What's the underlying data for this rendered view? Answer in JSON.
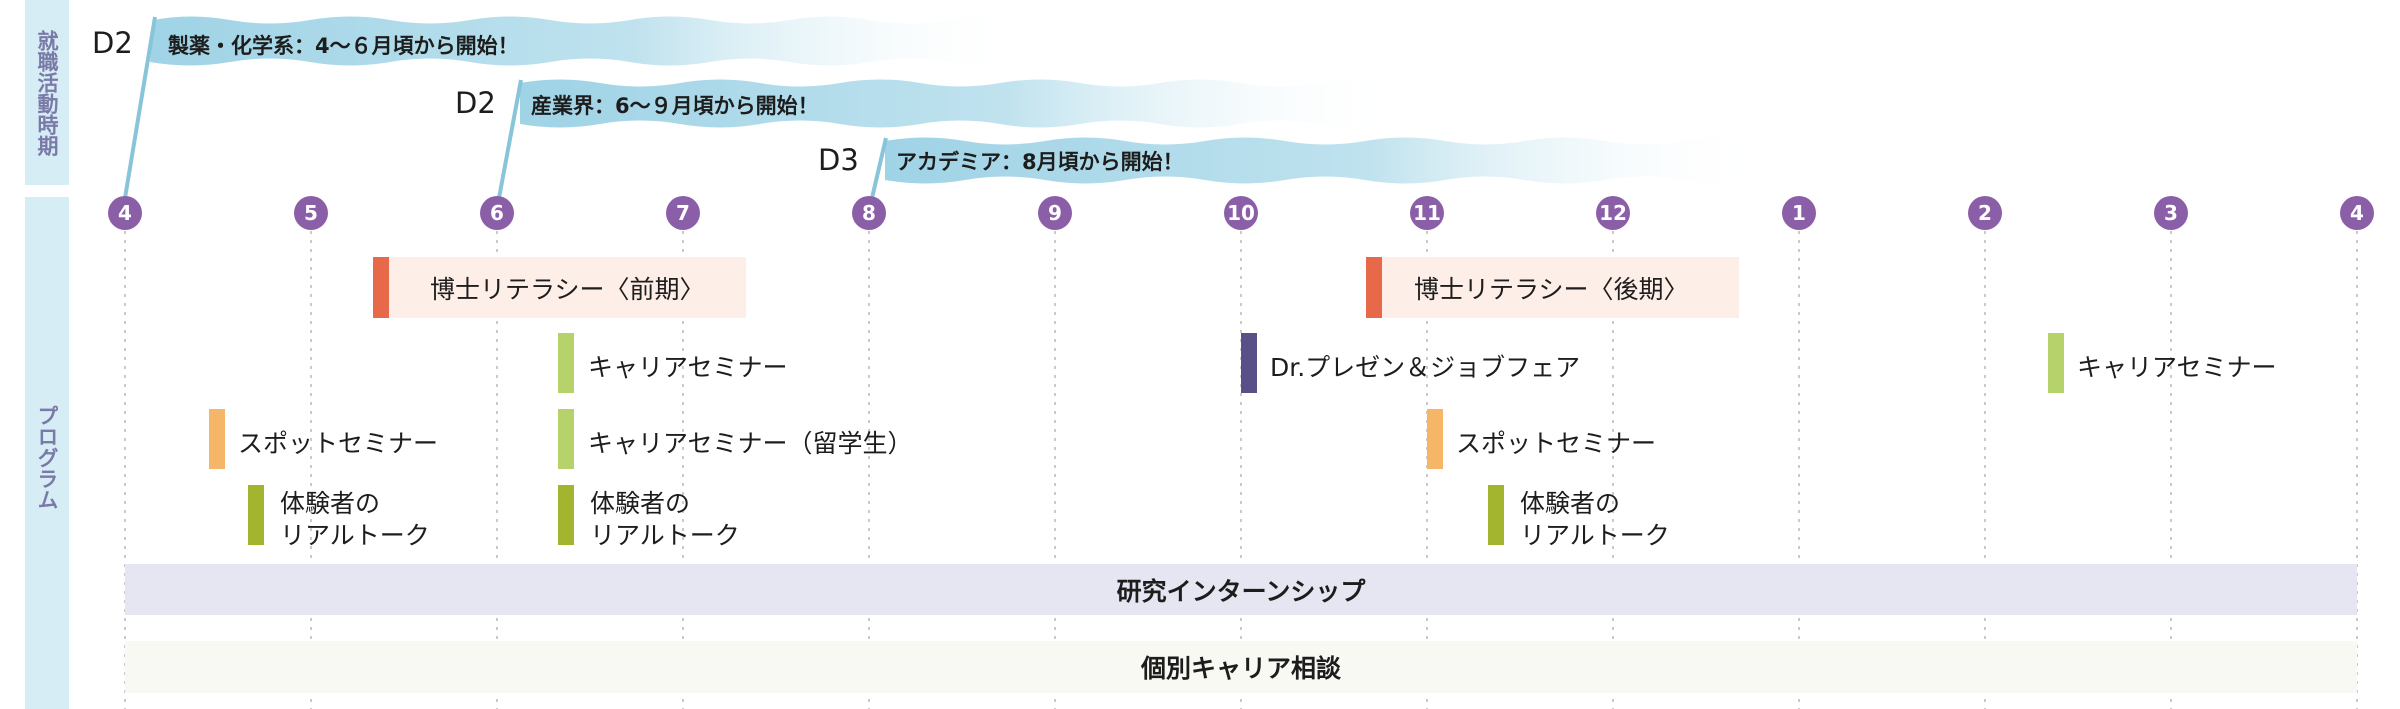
{
  "sidebar": {
    "top_label": "就職活動時期",
    "bottom_label": "プログラム"
  },
  "flags": [
    {
      "badge": "D2",
      "text": "製薬・化学系：4〜６月頃から開始！"
    },
    {
      "badge": "D2",
      "text": "産業界：6〜９月頃から開始！"
    },
    {
      "badge": "D3",
      "text": "アカデミア：8月頃から開始！"
    }
  ],
  "months": [
    "4",
    "5",
    "6",
    "7",
    "8",
    "9",
    "10",
    "11",
    "12",
    "1",
    "2",
    "3",
    "4"
  ],
  "programs": {
    "literacy_first": "博士リテラシー〈前期〉",
    "literacy_second": "博士リテラシー〈後期〉",
    "career_seminar_1": "キャリアセミナー",
    "career_seminar_intl": "キャリアセミナー（留学生）",
    "career_seminar_2": "キャリアセミナー",
    "dr_presen": "Dr.プレゼン＆ジョブフェア",
    "spot_seminar_1": "スポットセミナー",
    "spot_seminar_2": "スポットセミナー",
    "real_talk_1_line1": "体験者の",
    "real_talk_1_line2": "リアルトーク",
    "real_talk_2_line1": "体験者の",
    "real_talk_2_line2": "リアルトーク",
    "real_talk_3_line1": "体験者の",
    "real_talk_3_line2": "リアルトーク"
  },
  "bands": {
    "internship": "研究インターンシップ",
    "consultation": "個別キャリア相談"
  },
  "colors": {
    "sidebar_bg": "#d7edf5",
    "month_circle": "#8a5fa8",
    "flag_blue": "#9fd3e6",
    "literacy_bar": "#e8684a",
    "literacy_bg": "#fdeee7",
    "career_bar": "#b6d36b",
    "dr_bar": "#5a5088",
    "spot_bar": "#f5b767",
    "real_talk_bar": "#a3b52f",
    "internship_bg": "#e6e6f2",
    "consultation_bg": "#f9f9f3"
  }
}
